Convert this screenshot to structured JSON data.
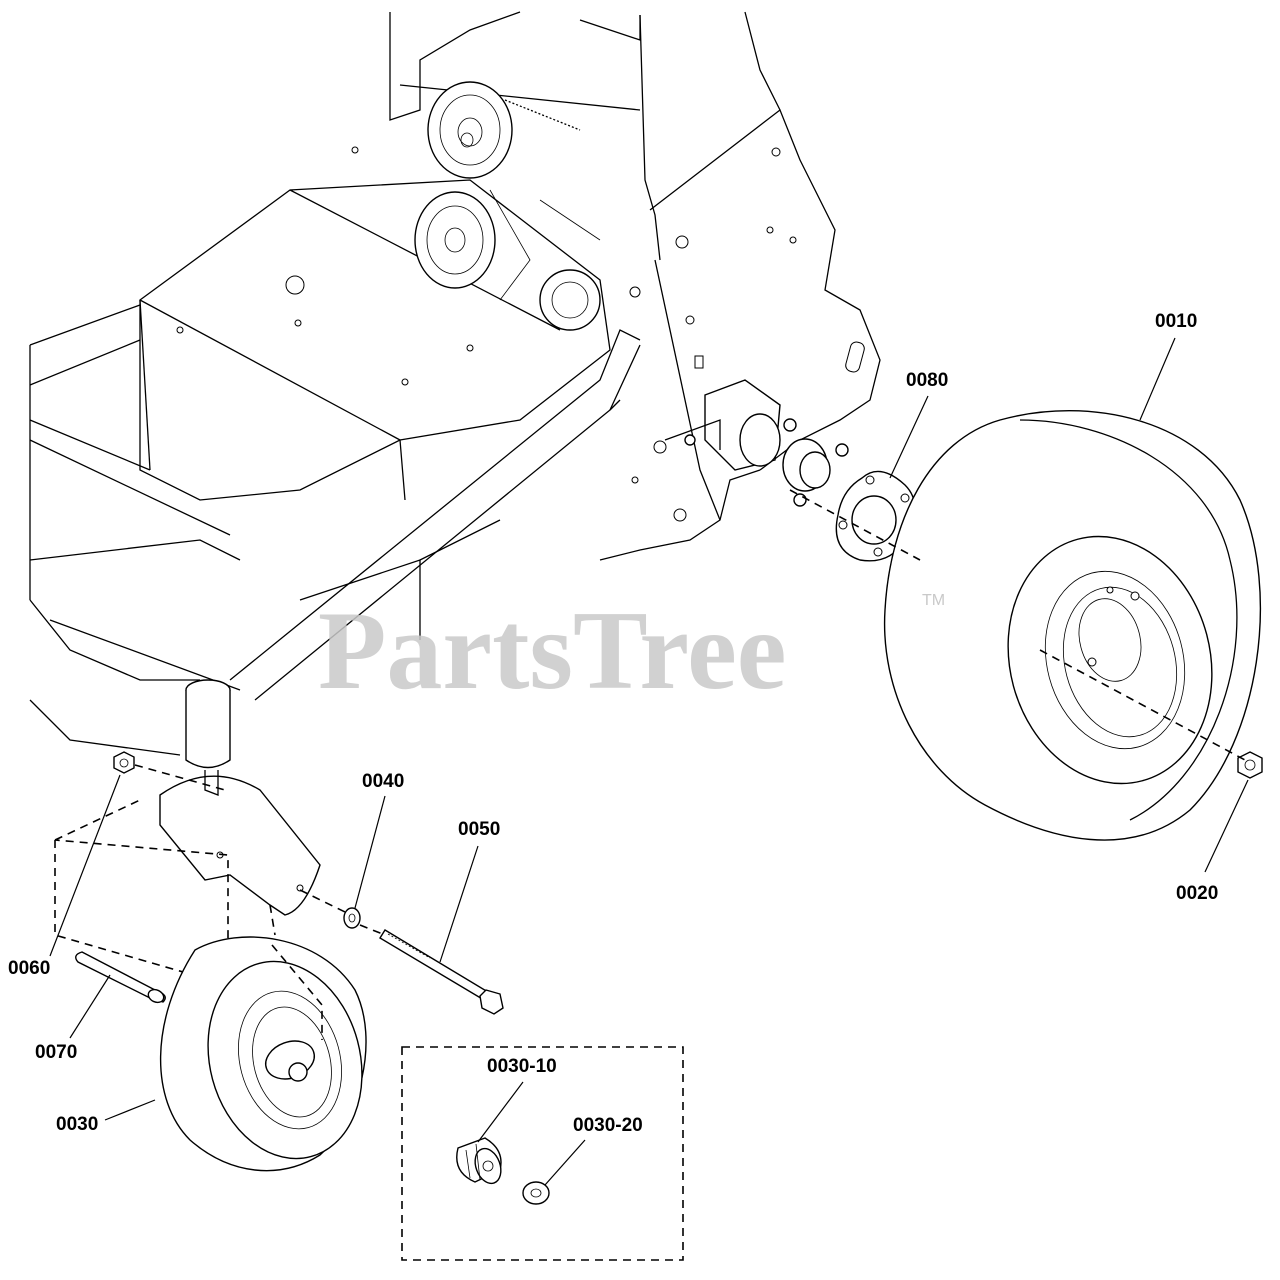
{
  "watermark": {
    "brand": "PartsTree",
    "trademark": "TM"
  },
  "callouts": {
    "c0010": "0010",
    "c0020": "0020",
    "c0030": "0030",
    "c0030_10": "0030-10",
    "c0030_20": "0030-20",
    "c0040": "0040",
    "c0050": "0050",
    "c0060": "0060",
    "c0070": "0070",
    "c0080": "0080"
  }
}
